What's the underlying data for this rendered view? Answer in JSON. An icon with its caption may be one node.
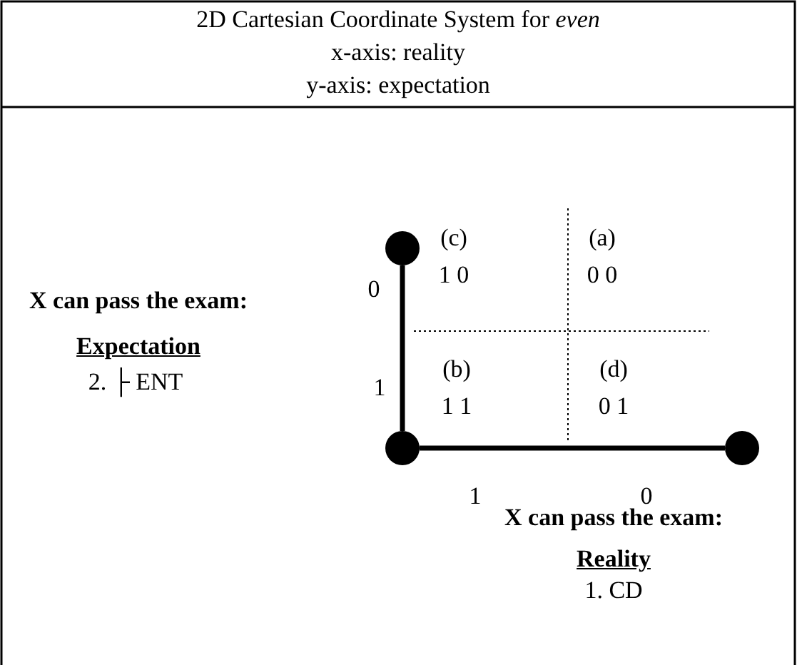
{
  "diagram": {
    "title": "2D Cartesian Coordinate System for *even*",
    "nodes": [
      {
        "text": [],
        "shape": "circle"
      },
      {
        "text": [],
        "shape": "circle"
      },
      {
        "text": [],
        "shape": "circle"
      }
    ],
    "edges": [
      {
        "from": 1,
        "to": 0,
        "arrow": "none"
      },
      {
        "from": 1,
        "to": 2,
        "arrow": "none"
      }
    ],
    "labels": [
      "x-axis: reality",
      "y-axis: expectation",
      "(c)",
      "1 0",
      "(a)",
      "0 0",
      "0",
      "X can pass the exam:",
      "Expectation",
      "(b)",
      "1 1",
      "(d)",
      "0 1",
      "1",
      "2. ├ ENT",
      "1",
      "0",
      "X can pass the exam:",
      "Reality",
      "1. CD"
    ]
  }
}
